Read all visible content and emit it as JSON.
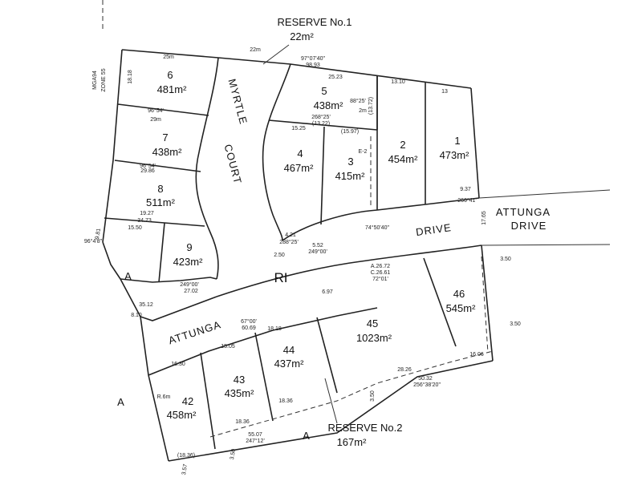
{
  "sheet": {
    "ref": "MGA94",
    "zone": "ZONE 55"
  },
  "reserves": [
    {
      "name": "RESERVE No.1",
      "area": "22m²"
    },
    {
      "name": "RESERVE No.2",
      "area": "167m²"
    }
  ],
  "roads": {
    "myrtle": "MYRTLE",
    "court": "COURT",
    "drive_top": "DRIVE",
    "attunga_left": "ATTUNGA",
    "attunga_drive_1": "ATTUNGA",
    "attunga_drive_2": "DRIVE",
    "ri": "RI",
    "a_labels": [
      "A",
      "A",
      "A"
    ]
  },
  "lots": [
    {
      "no": "6",
      "area": "481m²"
    },
    {
      "no": "7",
      "area": "438m²"
    },
    {
      "no": "8",
      "area": "511m²"
    },
    {
      "no": "9",
      "area": "423m²"
    },
    {
      "no": "5",
      "area": "438m²"
    },
    {
      "no": "4",
      "area": "467m²"
    },
    {
      "no": "3",
      "area": "415m²"
    },
    {
      "no": "2",
      "area": "454m²"
    },
    {
      "no": "1",
      "area": "473m²"
    },
    {
      "no": "45",
      "area": "1023m²"
    },
    {
      "no": "46",
      "area": "545m²"
    },
    {
      "no": "44",
      "area": "437m²"
    },
    {
      "no": "43",
      "area": "435m²"
    },
    {
      "no": "42",
      "area": "458m²"
    }
  ],
  "dims": [
    "22m",
    "97°07'40\"",
    "98.93",
    "25m",
    "25.23",
    "13.10",
    "13",
    "18.18",
    "96°54'",
    "29m",
    "29.86",
    "96°54'",
    "19.27",
    "15.50",
    "34.73",
    "96°4'8\"",
    "9.81",
    "15.25",
    "(15.97)",
    "268°25'",
    "(13.22)",
    "88°25'",
    "2m",
    "(13.72)",
    "E-2",
    "9.37",
    "266°41'",
    "17.65",
    "74°50'40\"",
    "A.26.72",
    "C.26.61",
    "72°01'",
    "4.21",
    "288°25'",
    "5.52",
    "249°00'",
    "27.02",
    "35.12",
    "249°00'",
    "8.10",
    "3.50",
    "3.50",
    "16.06",
    "28.26",
    "50.32",
    "256°38'20\"",
    "60.69",
    "67°00'",
    "16.30",
    "15.05",
    "18.18",
    "6.97",
    "18.36",
    "18.36",
    "55.07",
    "247°12'",
    "(18.36)",
    "3.50",
    "3.57",
    "3.50",
    "R.6m",
    "2.50"
  ]
}
